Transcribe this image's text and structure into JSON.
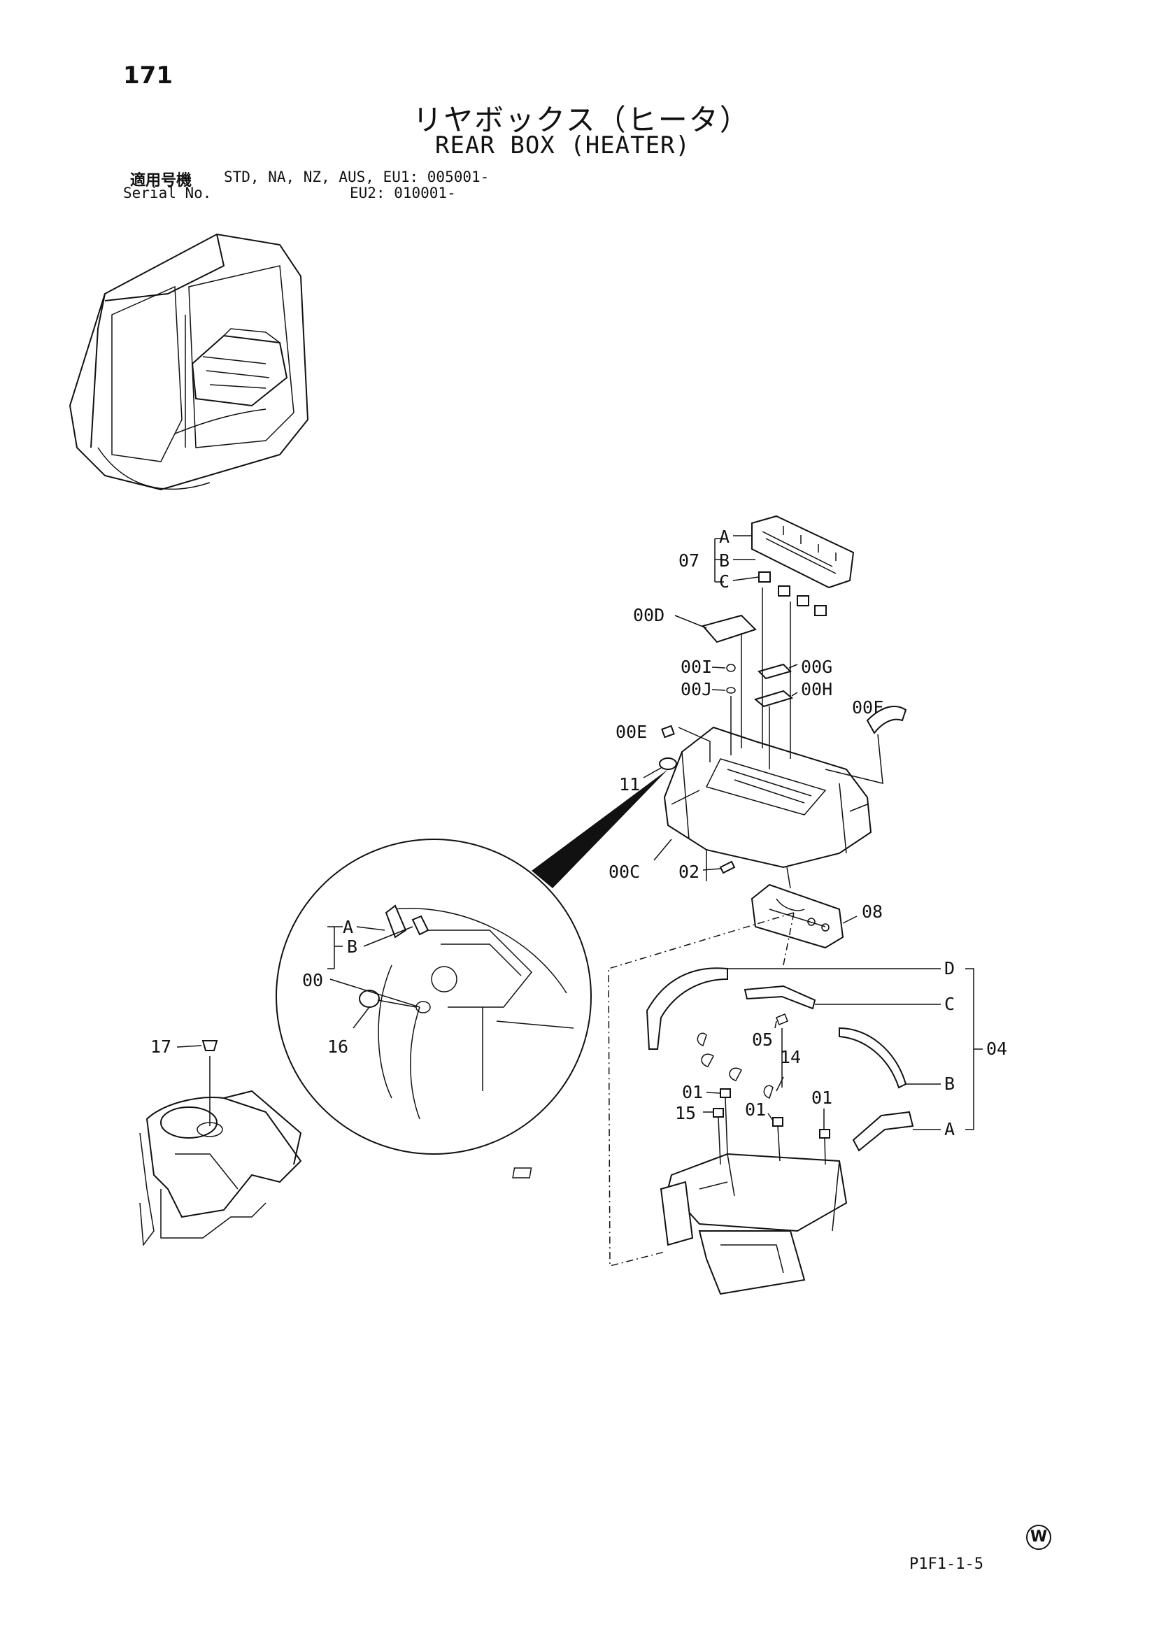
{
  "header": {
    "page_number": "171",
    "title_ja": "リヤボックス（ヒータ）",
    "title_en": "REAR BOX (HEATER)",
    "serial_label_ja": "適用号機",
    "serial_label_en": "Serial No.",
    "serial_line1": "STD, NA, NZ, AUS, EU1: 005001-",
    "serial_line2": "EU2: 010001-"
  },
  "callouts": {
    "c07": "07",
    "c07A": "A",
    "c07B": "B",
    "c07C": "C",
    "c00D": "00D",
    "c00I": "00I",
    "c00J": "00J",
    "c00G": "00G",
    "c00H": "00H",
    "c00F": "00F",
    "c00E": "00E",
    "c11": "11",
    "c00C": "00C",
    "c02": "02",
    "c08": "08",
    "c00": "00",
    "c00A": "A",
    "c00B": "B",
    "c16": "16",
    "c17": "17",
    "c04": "04",
    "c04D": "D",
    "c04C": "C",
    "c04B": "B",
    "c04A": "A",
    "c05": "05",
    "c14": "14",
    "c01a": "01",
    "c15": "15",
    "c01b": "01",
    "c01c": "01"
  },
  "footer": {
    "mark": "W",
    "code": "P1F1-1-5"
  }
}
